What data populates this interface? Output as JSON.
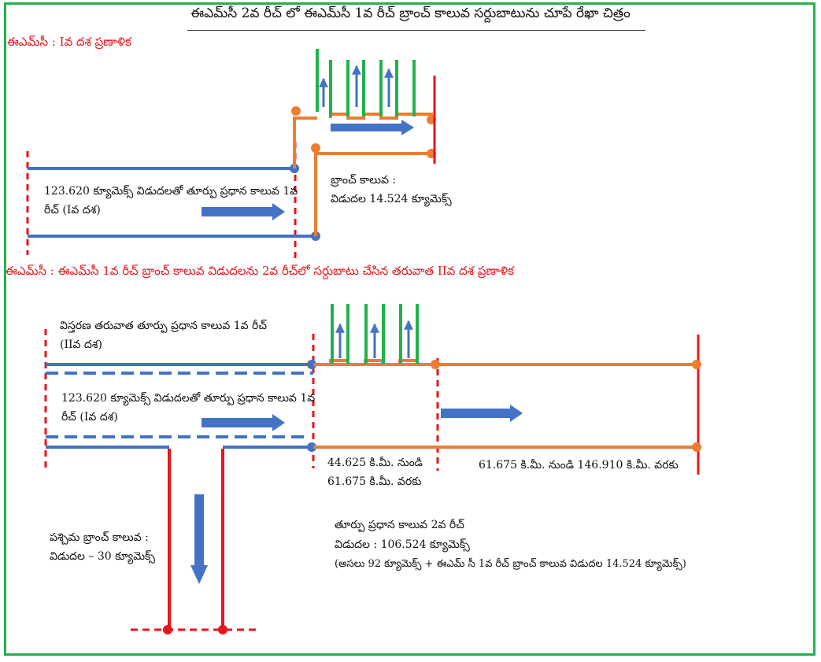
{
  "title": "ఈఎమ్‌సీ 2వ రీచ్ లో ఈఎమ్‌సీ 1వ రీచ్ బ్రాంచ్ కాలువ సర్దుబాటును చూపే రేఖా చిత్రం",
  "stage1": {
    "heading": "ఈఎమ్‌సీ : Iవ దశ ప్రణాళిక",
    "main_canal_line1": "123.620 క్యూమెక్స్ విడుదలతో తూర్పు ప్రధాన కాలువ 1వ",
    "main_canal_line2": "రీచ్ (Iవ దశ)",
    "branch_line1": "బ్రాంచ్ కాలువ :",
    "branch_line2": "విడుదల 14.524 క్యూమెక్స్"
  },
  "stage2": {
    "heading": "ఈఎమ్‌సీ : ఈఎమ్‌సీ 1వ రీచ్ బ్రాంచ్ కాలువ విడుదలను 2వ రీచ్‌లో సర్దుబాటు చేసిన తరువాత IIవ దశ ప్రణాళిక",
    "expanded_line1": "విస్తరణ తరువాత తూర్పు ప్రధాన కాలువ 1వ రీచ్",
    "expanded_line2": "(IIవ దశ)",
    "stage1_line1": "123.620 క్యూమెక్స్ విడుదలతో తూర్పు ప్రధాన కాలువ 1వ",
    "stage1_line2": "రీచ్ (Iవ దశ)",
    "west_branch_line1": "పశ్చిమ బ్రాంచ్ కాలువ :",
    "west_branch_line2": "విడుదల – 30 క్యూమెక్స్",
    "km_a_line1": "44.625 కి.మీ. నుండి",
    "km_a_line2": "61.675 కి.మీ. వరకు",
    "km_b": "61.675 కి.మీ. నుండి 146.910 కి.మీ. వరకు",
    "reach2_line1": "తూర్పు ప్రధాన కాలువ 2వ రీచ్",
    "reach2_line2": "విడుదల : 106.524 క్యూమెక్స్",
    "reach2_line3": "(అసలు 92 క్యూమెక్స్ + ఈఎమ్ సీ 1వ రీచ్ బ్రాంచ్ కాలువ విడుదల 14.524 క్యూమెక్స్)"
  },
  "colors": {
    "main_canal": "#4472c4",
    "reach2_canal": "#ed7d31",
    "boundary": "#e8141b",
    "distributary": "#22b14c",
    "frame": "#22b14c"
  }
}
